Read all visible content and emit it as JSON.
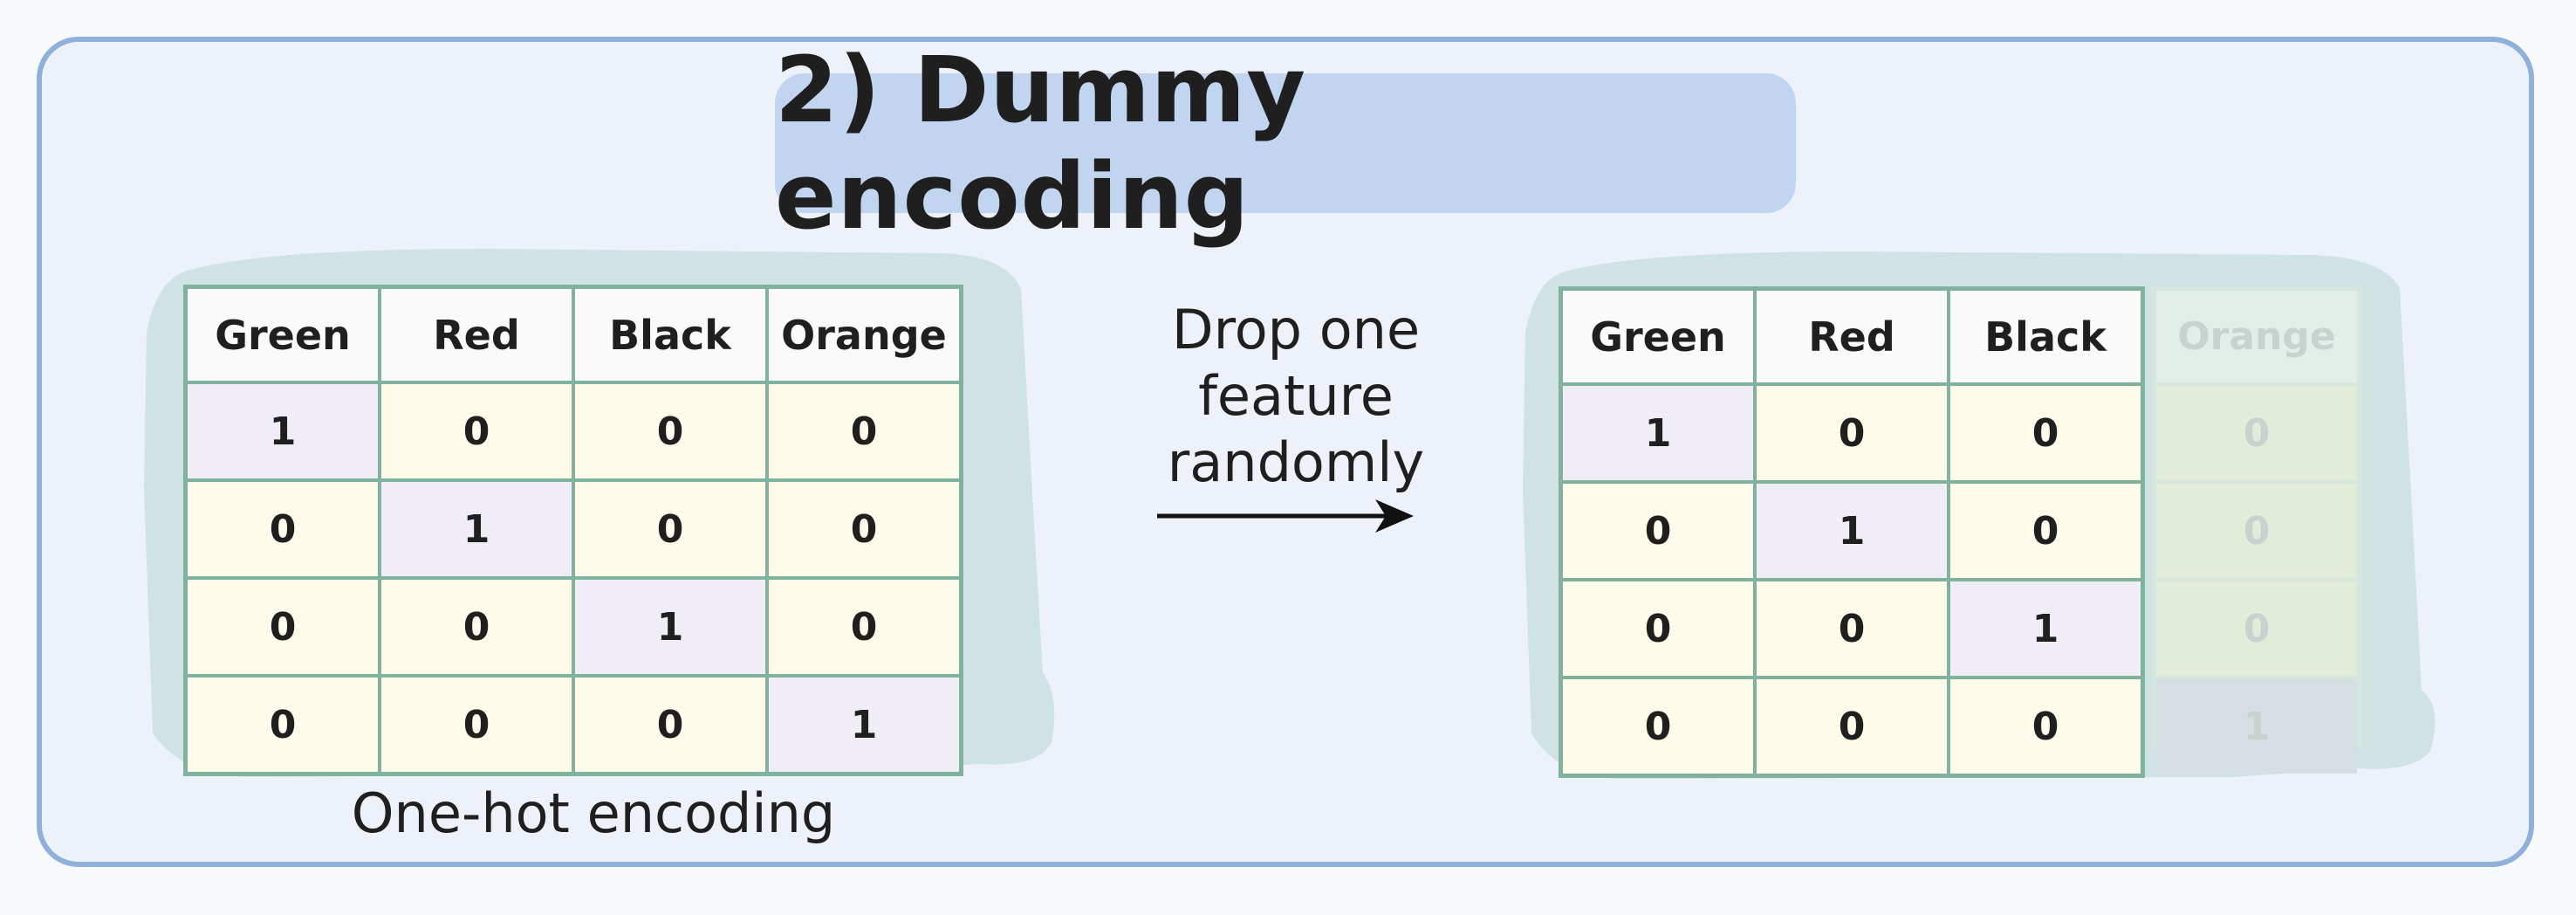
{
  "title": "2) Dummy encoding",
  "left_table": {
    "caption": "One-hot encoding",
    "headers": [
      "Green",
      "Red",
      "Black",
      "Orange"
    ],
    "rows": [
      [
        "1",
        "0",
        "0",
        "0"
      ],
      [
        "0",
        "1",
        "0",
        "0"
      ],
      [
        "0",
        "0",
        "1",
        "0"
      ],
      [
        "0",
        "0",
        "0",
        "1"
      ]
    ]
  },
  "arrow": {
    "label_line1": "Drop one",
    "label_line2": "feature",
    "label_line3": "randomly"
  },
  "right_table": {
    "headers": [
      "Green",
      "Red",
      "Black"
    ],
    "rows": [
      [
        "1",
        "0",
        "0"
      ],
      [
        "0",
        "1",
        "0"
      ],
      [
        "0",
        "0",
        "1"
      ],
      [
        "0",
        "0",
        "0"
      ]
    ],
    "dropped_header": "Orange",
    "dropped_values": [
      "0",
      "0",
      "0",
      "1"
    ]
  },
  "colors": {
    "frame_border": "#8fb0da",
    "frame_fill": "#edf2fa",
    "title_fill": "#c2d5f0",
    "blob_fill": "#cfe3e2",
    "table_border": "#7fb3a0",
    "hot_cell": "#f1edf6",
    "cold_cell": "#fffbea"
  }
}
